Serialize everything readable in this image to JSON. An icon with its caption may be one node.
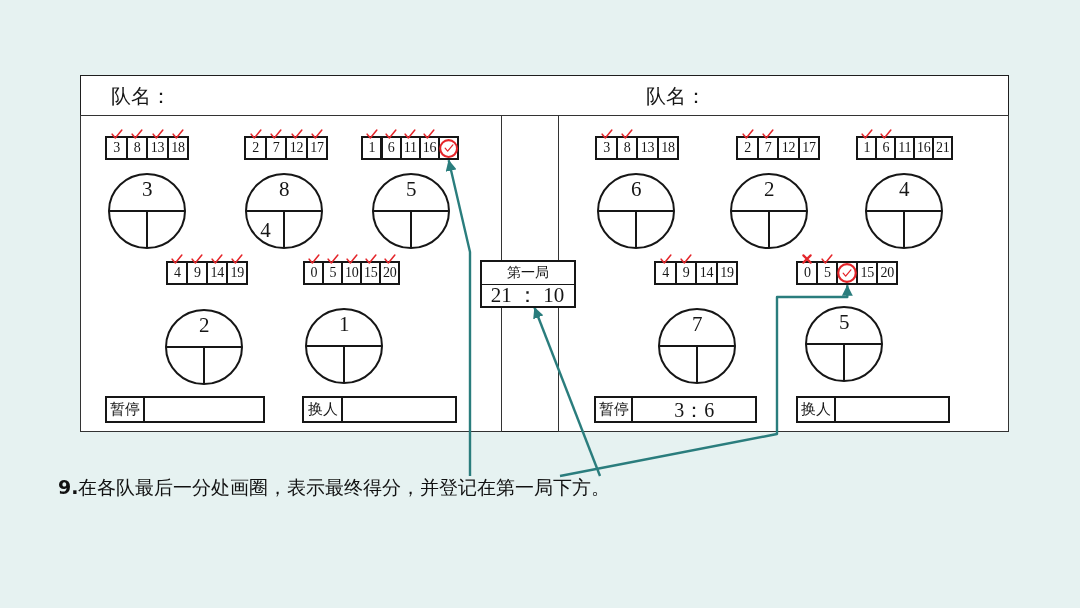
{
  "diagram": {
    "nodes": [
      {
        "text": [
          "队名："
        ]
      },
      {
        "text": [
          "3"
        ],
        "in": 0
      },
      {
        "text": [
          "8"
        ],
        "in": 0
      },
      {
        "text": [
          "13"
        ],
        "in": 0
      },
      {
        "text": [
          "18"
        ],
        "in": 0
      },
      {
        "text": [
          "2"
        ],
        "in": 0
      },
      {
        "text": [
          "7"
        ],
        "in": 0
      },
      {
        "text": [
          "12"
        ],
        "in": 0
      },
      {
        "text": [
          "17"
        ],
        "in": 0
      },
      {
        "text": [
          "1"
        ],
        "in": 0
      },
      {
        "text": [
          "6"
        ],
        "in": 0
      },
      {
        "text": [
          "11"
        ],
        "in": 0
      },
      {
        "text": [
          "16"
        ],
        "in": 0
      },
      {
        "text": [],
        "shape": "box",
        "in": 0
      },
      {
        "text": [
          "3"
        ],
        "in": 0
      },
      {
        "text": [
          "8",
          "4"
        ],
        "in": 0
      },
      {
        "text": [
          "5"
        ],
        "in": 0
      },
      {
        "text": [
          "4"
        ],
        "in": 0
      },
      {
        "text": [
          "9"
        ],
        "in": 0
      },
      {
        "text": [
          "14"
        ],
        "in": 0
      },
      {
        "text": [
          "19"
        ],
        "in": 0
      },
      {
        "text": [
          "0"
        ],
        "in": 0
      },
      {
        "text": [
          "5"
        ],
        "in": 0
      },
      {
        "text": [
          "10"
        ],
        "in": 0
      },
      {
        "text": [
          "15"
        ],
        "in": 0
      },
      {
        "text": [
          "20"
        ],
        "in": 0
      },
      {
        "text": [
          "2"
        ],
        "in": 0
      },
      {
        "text": [
          "1"
        ],
        "in": 0
      },
      {
        "text": [
          "暂停"
        ],
        "in": 0
      },
      {
        "text": [],
        "shape": "box",
        "in": 0
      },
      {
        "text": [
          "换人"
        ],
        "in": 0
      },
      {
        "text": [],
        "shape": "box",
        "in": 0
      },
      {
        "text": [
          "第一局",
          "21 ： 10"
        ]
      },
      {
        "text": [
          "队名："
        ]
      },
      {
        "text": [
          "3"
        ],
        "in": 33
      },
      {
        "text": [
          "8"
        ],
        "in": 33
      },
      {
        "text": [
          "13"
        ],
        "in": 33
      },
      {
        "text": [
          "18"
        ],
        "in": 33
      },
      {
        "text": [
          "2"
        ],
        "in": 33
      },
      {
        "text": [
          "7"
        ],
        "in": 33
      },
      {
        "text": [
          "12"
        ],
        "in": 33
      },
      {
        "text": [
          "17"
        ],
        "in": 33
      },
      {
        "text": [
          "1"
        ],
        "in": 33
      },
      {
        "text": [
          "6"
        ],
        "in": 33
      },
      {
        "text": [
          "11"
        ],
        "in": 33
      },
      {
        "text": [
          "16"
        ],
        "in": 33
      },
      {
        "text": [
          "21"
        ],
        "in": 33
      },
      {
        "text": [
          "6"
        ],
        "in": 33
      },
      {
        "text": [
          "2"
        ],
        "in": 33
      },
      {
        "text": [
          "4"
        ],
        "in": 33
      },
      {
        "text": [
          "4"
        ],
        "in": 33
      },
      {
        "text": [
          "9"
        ],
        "in": 33
      },
      {
        "text": [
          "14"
        ],
        "in": 33
      },
      {
        "text": [
          "19"
        ],
        "in": 33
      },
      {
        "text": [
          "0"
        ],
        "in": 33
      },
      {
        "text": [
          "5"
        ],
        "in": 33
      },
      {
        "text": [],
        "shape": "box",
        "in": 33
      },
      {
        "text": [
          "15"
        ],
        "in": 33
      },
      {
        "text": [
          "20"
        ],
        "in": 33
      },
      {
        "text": [
          "7"
        ],
        "in": 33
      },
      {
        "text": [
          "5"
        ],
        "in": 33
      },
      {
        "text": [
          "暂停"
        ],
        "in": 33
      },
      {
        "text": [
          "3：6"
        ],
        "in": 33
      },
      {
        "text": [
          "换人"
        ],
        "in": 33
      },
      {
        "text": [],
        "shape": "box",
        "in": 33
      },
      {
        "text": [
          "**9.**在各队最后一分处画圈，表示最终得分，并登记在第一局下方。"
        ]
      }
    ],
    "edges": [
      {
        "from": 65,
        "to": 13,
        "arrow": "to"
      },
      {
        "from": 65,
        "to": 56,
        "arrow": "to"
      },
      {
        "from": 65,
        "to": 32,
        "arrow": "to"
      }
    ]
  }
}
